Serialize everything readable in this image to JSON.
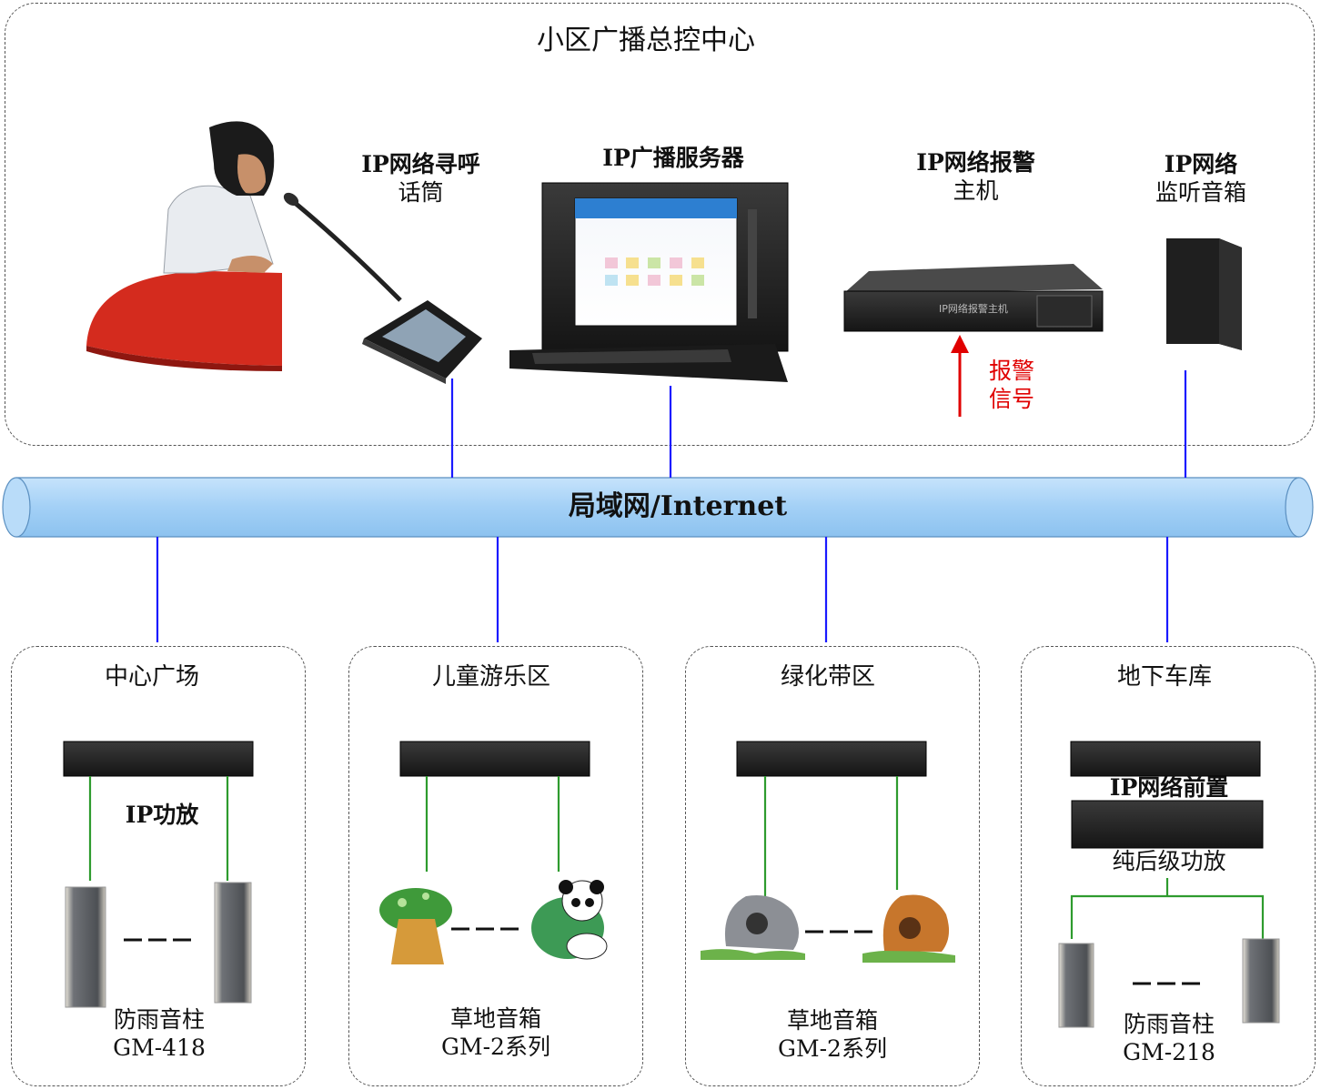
{
  "center": {
    "title": "小区广播总控中心",
    "paging_mic": [
      "IP网络寻呼",
      "话筒"
    ],
    "server": "IP广播服务器",
    "alarm_host": [
      "IP网络报警",
      "主机"
    ],
    "monitor_speaker": [
      "IP网络",
      "监听音箱"
    ],
    "alarm_signal": [
      "报警",
      "信号"
    ],
    "alarm_device_text": "IP网络报警主机"
  },
  "network": {
    "label": "局域网/Internet"
  },
  "zones": [
    {
      "title": "中心广场",
      "amp_label": "IP功放",
      "speaker": [
        "防雨音柱",
        "GM-418"
      ]
    },
    {
      "title": "儿童游乐区",
      "speaker": [
        "草地音箱",
        "GM-2系列"
      ]
    },
    {
      "title": "绿化带区",
      "speaker": [
        "草地音箱",
        "GM-2系列"
      ]
    },
    {
      "title": "地下车库",
      "pre_label": "IP网络前置",
      "post_label": "纯后级功放",
      "speaker": [
        "防雨音柱",
        "GM-218"
      ]
    }
  ],
  "colors": {
    "network_line": "#1a1aff",
    "speaker_line": "#2e9b2e",
    "alarm": "#e00000",
    "pipe": "#a9d4f7"
  }
}
